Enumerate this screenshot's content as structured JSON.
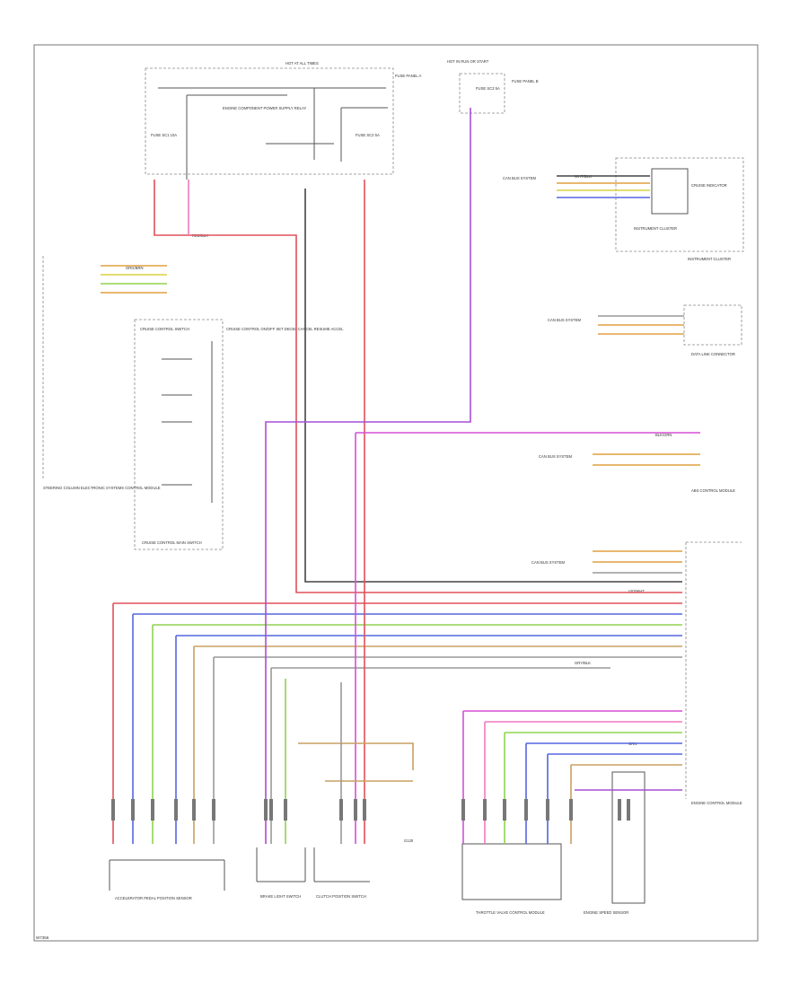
{
  "page_code": "W7356",
  "components": {
    "hot_at_all_times": "HOT AT ALL TIMES",
    "fuse_panel_a": "FUSE PANEL A",
    "hot_run_start": "HOT IN RUN OR START",
    "fuse_panel_b": "FUSE PANEL B",
    "fuse_sc1": "FUSE SC1 10A",
    "fuse_sc2": "FUSE SC2 5A",
    "fuse_sc3": "FUSE SC3 5A",
    "relay": "ENGINE COMPONENT POWER SUPPLY RELAY",
    "cruise_switch_area": "STEERING COLUMN ELECTRONIC SYSTEMS CONTROL MODULE",
    "cruise_control_switch": "CRUISE CONTROL SWITCH",
    "cruise_main_switch": "CRUISE CONTROL MAIN SWITCH",
    "cruise_positions": "CRUISE CONTROL ON/OFF SET DECEL CANCEL RESUME ACCEL",
    "instrument_cluster": "INSTRUMENT CLUSTER",
    "cruise_indicator": "CRUISE INDICATOR",
    "data_link": "DATA LINK CONNECTOR",
    "abs_module": "ABS CONTROL MODULE",
    "ecm": "ENGINE CONTROL MODULE",
    "app_sensor": "ACCELERATOR PEDAL POSITION SENSOR",
    "brake_switch": "BRAKE LIGHT SWITCH",
    "clutch_switch": "CLUTCH POSITION SWITCH",
    "throttle_module": "THROTTLE VALVE CONTROL MODULE",
    "speed_sensor": "ENGINE SPEED SENSOR",
    "can_bus": "CAN BUS SYSTEM",
    "ground": "G120"
  },
  "wire_labels": {
    "red_blk": "RED/BLK",
    "org_brn": "ORG/BRN",
    "wht_blu": "WHT/BLU",
    "blk_grn": "BLK/GRN",
    "vio_wht": "VIO/WHT",
    "gry_blk": "GRY/BLK",
    "grn": "GRN"
  },
  "colors": {
    "red": "#e0505a",
    "pink": "#f07ac0",
    "violet": "#a64fd6",
    "magenta": "#d64fd6",
    "blue": "#5566e0",
    "green": "#8fd34f",
    "tan": "#c8a060",
    "gray": "#999999",
    "black": "#444444",
    "orange": "#e0a040",
    "yellow": "#d8d040"
  }
}
